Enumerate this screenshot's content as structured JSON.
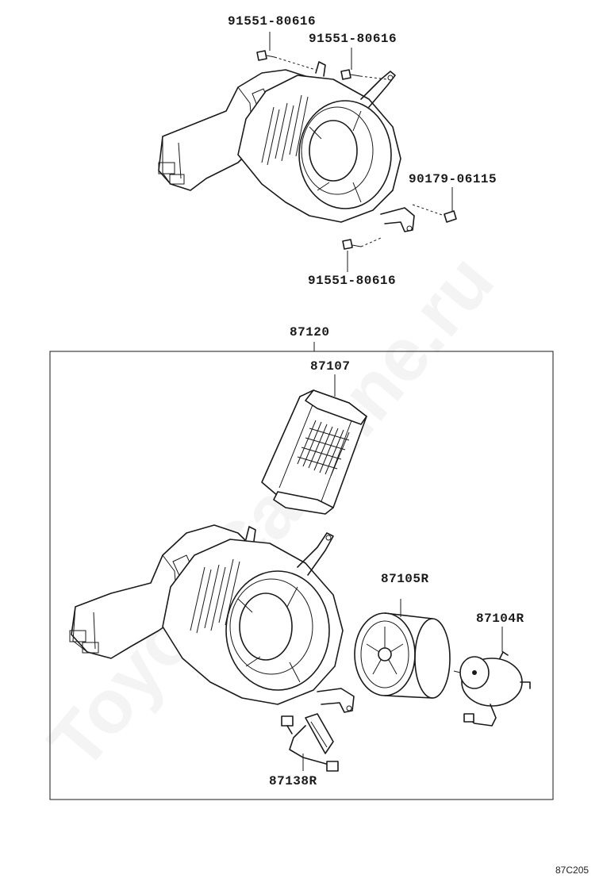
{
  "diagram": {
    "watermark": "ToyotaCarMine.ru",
    "figure_code": "87C205",
    "callouts": {
      "bolt_top_left": "91551-80616",
      "bolt_top_right": "91551-80616",
      "nut_right": "90179-06115",
      "bolt_bottom": "91551-80616",
      "assembly": "87120",
      "radiator": "87107",
      "fan": "87105R",
      "motor": "87104R",
      "resistor": "87138R"
    }
  }
}
